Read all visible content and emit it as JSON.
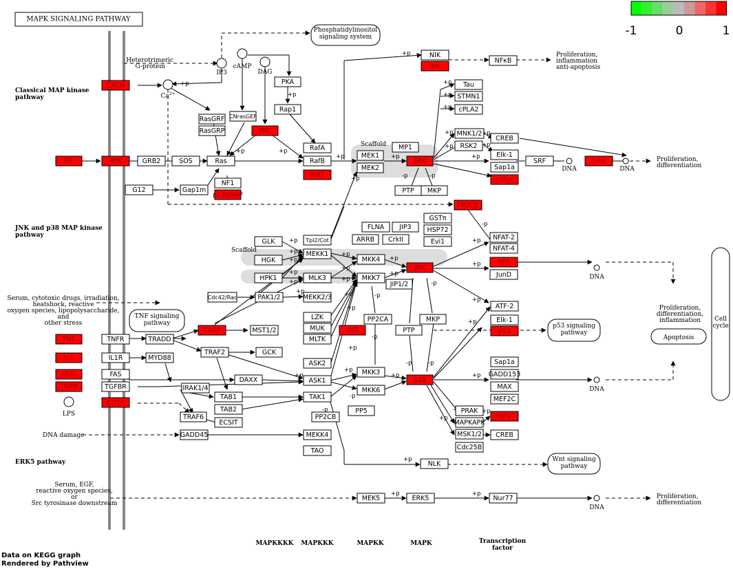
{
  "title": "MAPK SIGNALING PATHWAY",
  "legend": {
    "min_label": "-1",
    "mid_label": "0",
    "max_label": "1",
    "colors": [
      "#00ff00",
      "#33ee33",
      "#66dd66",
      "#99cc99",
      "#bbbbbb",
      "#cc9999",
      "#ee6666",
      "#ff3333",
      "#ff0000"
    ]
  },
  "colors": {
    "up": "#ff0000",
    "neutral": "#ffffff"
  },
  "sections": {
    "classical": "Classical MAP kinase pathway",
    "jnk": "JNK and p38 MAP kinase pathway",
    "erk5": "ERK5 pathway"
  },
  "tiers": [
    "MAPKKKK",
    "MAPKKK",
    "MAPKK",
    "MAPK",
    "Transcription factor"
  ],
  "footer": [
    "Data on KEGG graph",
    "Rendered by Pathview"
  ],
  "labels": {
    "pi": "Phosphatidylinositol signaling system",
    "hetero": "Heterotrimeric G-protein",
    "ip3": "IP3",
    "camp": "cAMP",
    "dag": "DAG",
    "ca": "Ca2+",
    "scaffold1": "Scaffold",
    "scaffold2": "Scaffold",
    "stress": "Serum, cytotoxic drugs, irradiation, heatshock, reactive oxygen species, lipopolysaccharide, and other stress",
    "tnf_path": "TNF signaling pathway",
    "p53_path": "p53 signaling pathway",
    "wnt_path": "Wnt signaling pathway",
    "apoptosis": "Apoptosis",
    "cellcycle": "Cell cycle",
    "dna_damage": "DNA damage",
    "lps": "LPS",
    "serum_egf": "Serum, EGF, reactive oxygen species, or Src tyrosinase downstream",
    "prolif1": "Proliferation, inflammation anti-apoptosis",
    "prolif2": "Proliferation, differentiation",
    "prolif3": "Proliferation, differentiation, inflammation",
    "prolif4": "Proliferation, differentiation",
    "dna": "DNA"
  },
  "genes": [
    {
      "id": "CACN",
      "label": "CACN",
      "up": true
    },
    {
      "id": "GF",
      "label": "GF",
      "up": true
    },
    {
      "id": "RTK",
      "label": "RTK",
      "up": true
    },
    {
      "id": "GRB2",
      "label": "GRB2",
      "up": false
    },
    {
      "id": "SOS",
      "label": "SOS",
      "up": false
    },
    {
      "id": "Ras",
      "label": "Ras",
      "up": false
    },
    {
      "id": "G12",
      "label": "G12",
      "up": false
    },
    {
      "id": "Gap1m",
      "label": "Gap1m",
      "up": false
    },
    {
      "id": "NF1",
      "label": "NF1",
      "up": false
    },
    {
      "id": "p120GAP",
      "label": "p120GAP",
      "up": true
    },
    {
      "id": "RasGRF",
      "label": "RasGRF",
      "up": false
    },
    {
      "id": "RasGRP",
      "label": "RasGRP",
      "up": false
    },
    {
      "id": "CNrasGEF",
      "label": "CNrasGEF",
      "up": false
    },
    {
      "id": "PKC",
      "label": "PKC",
      "up": true
    },
    {
      "id": "PKA",
      "label": "PKA",
      "up": false
    },
    {
      "id": "Rap1",
      "label": "Rap1",
      "up": false
    },
    {
      "id": "RafA",
      "label": "RafA",
      "up": false
    },
    {
      "id": "RafB",
      "label": "RafB",
      "up": false
    },
    {
      "id": "Raf1",
      "label": "Raf1",
      "up": true
    },
    {
      "id": "MEK1",
      "label": "MEK1",
      "up": false
    },
    {
      "id": "MEK2",
      "label": "MEK2",
      "up": false
    },
    {
      "id": "MP1",
      "label": "MP1",
      "up": false
    },
    {
      "id": "ERK",
      "label": "ERK",
      "up": true
    },
    {
      "id": "PTP1",
      "label": "PTP",
      "up": false
    },
    {
      "id": "MKP1",
      "label": "MKP",
      "up": false
    },
    {
      "id": "NIK",
      "label": "NIK",
      "up": false
    },
    {
      "id": "IKK",
      "label": "IKK",
      "up": true
    },
    {
      "id": "NFkB",
      "label": "NFκB",
      "up": false
    },
    {
      "id": "Tau",
      "label": "Tau",
      "up": false
    },
    {
      "id": "STMN1",
      "label": "STMN1",
      "up": false
    },
    {
      "id": "cPLA2",
      "label": "cPLA2",
      "up": false
    },
    {
      "id": "MNK12",
      "label": "MNK1/2",
      "up": false
    },
    {
      "id": "RSK2",
      "label": "RSK2",
      "up": false
    },
    {
      "id": "CREB1",
      "label": "CREB",
      "up": false
    },
    {
      "id": "Elk1a",
      "label": "Elk-1",
      "up": false
    },
    {
      "id": "Sap1a1",
      "label": "Sap1a",
      "up": false
    },
    {
      "id": "cMyc",
      "label": "c-Myc",
      "up": true
    },
    {
      "id": "SRF",
      "label": "SRF",
      "up": false
    },
    {
      "id": "cfos",
      "label": "c-fos",
      "up": true
    },
    {
      "id": "PP2CB1",
      "label": "PP2CB",
      "up": true
    },
    {
      "id": "FLNA",
      "label": "FLNA",
      "up": false
    },
    {
      "id": "JIP3",
      "label": "JIP3",
      "up": false
    },
    {
      "id": "GSTpi",
      "label": "GSTπ",
      "up": false
    },
    {
      "id": "HSP72",
      "label": "HSP72",
      "up": false
    },
    {
      "id": "ARRB",
      "label": "ARRB",
      "up": false
    },
    {
      "id": "CrkII",
      "label": "CrkII",
      "up": false
    },
    {
      "id": "Evi1",
      "label": "Evi1",
      "up": false
    },
    {
      "id": "NFAT2",
      "label": "NFAT-2",
      "up": false
    },
    {
      "id": "NFAT4",
      "label": "NFAT-4",
      "up": false
    },
    {
      "id": "AP1",
      "label": "AP1",
      "up": true
    },
    {
      "id": "JunD",
      "label": "JunD",
      "up": false
    },
    {
      "id": "GLK",
      "label": "GLK",
      "up": false
    },
    {
      "id": "HGK",
      "label": "HGK",
      "up": false
    },
    {
      "id": "Tpl2",
      "label": "Tpl2/Cot",
      "up": false
    },
    {
      "id": "MEKK1",
      "label": "MEKK1",
      "up": false
    },
    {
      "id": "MKK4",
      "label": "MKK4",
      "up": false
    },
    {
      "id": "JNK",
      "label": "JNK",
      "up": true
    },
    {
      "id": "HPK1",
      "label": "HPK1",
      "up": false
    },
    {
      "id": "MLK3",
      "label": "MLK3",
      "up": false
    },
    {
      "id": "MKK7",
      "label": "MKK7",
      "up": false
    },
    {
      "id": "JIP12",
      "label": "JIP1/2",
      "up": false
    },
    {
      "id": "Cdc42Rac",
      "label": "Cdc42/Rac",
      "up": false
    },
    {
      "id": "PAK12",
      "label": "PAK1/2",
      "up": false
    },
    {
      "id": "MEKK23",
      "label": "MEKK2/3",
      "up": false
    },
    {
      "id": "LZK",
      "label": "LZK",
      "up": false
    },
    {
      "id": "MUK",
      "label": "MUK",
      "up": false
    },
    {
      "id": "MLTK",
      "label": "MLTK",
      "up": false
    },
    {
      "id": "AKT",
      "label": "AKT",
      "up": true
    },
    {
      "id": "PP2CA",
      "label": "PP2CA",
      "up": false
    },
    {
      "id": "PTP2",
      "label": "PTP",
      "up": false
    },
    {
      "id": "MKP2",
      "label": "MKP",
      "up": false
    },
    {
      "id": "ATF2",
      "label": "ATF-2",
      "up": false
    },
    {
      "id": "Elk1b",
      "label": "Elk-1",
      "up": false
    },
    {
      "id": "p53",
      "label": "p53",
      "up": true
    },
    {
      "id": "TNF",
      "label": "TNF",
      "up": true
    },
    {
      "id": "TNFR",
      "label": "TNFR",
      "up": false
    },
    {
      "id": "TRADD",
      "label": "TRADD",
      "up": false
    },
    {
      "id": "CASP",
      "label": "CASP",
      "up": true
    },
    {
      "id": "MST12",
      "label": "MST1/2",
      "up": false
    },
    {
      "id": "IL1",
      "label": "IL1",
      "up": true
    },
    {
      "id": "IL1R",
      "label": "IL1R",
      "up": false
    },
    {
      "id": "MYD88",
      "label": "MYD88",
      "up": false
    },
    {
      "id": "TRAF2",
      "label": "TRAF2",
      "up": false
    },
    {
      "id": "GCK",
      "label": "GCK",
      "up": false
    },
    {
      "id": "FASL",
      "label": "FASL",
      "up": true
    },
    {
      "id": "FAS",
      "label": "FAS",
      "up": false
    },
    {
      "id": "TGFB",
      "label": "TGFB",
      "up": true
    },
    {
      "id": "TGFBR",
      "label": "TGFBR",
      "up": false
    },
    {
      "id": "CD14",
      "label": "CD14",
      "up": true
    },
    {
      "id": "IRAK14",
      "label": "IRAK1/4",
      "up": false
    },
    {
      "id": "DAXX",
      "label": "DAXX",
      "up": false
    },
    {
      "id": "ASK2",
      "label": "ASK2",
      "up": false
    },
    {
      "id": "ASK1",
      "label": "ASK1",
      "up": false
    },
    {
      "id": "MKK3",
      "label": "MKK3",
      "up": false
    },
    {
      "id": "MKK6",
      "label": "MKK6",
      "up": false
    },
    {
      "id": "p38",
      "label": "p38",
      "up": true
    },
    {
      "id": "Sap1a2",
      "label": "Sap1a",
      "up": false
    },
    {
      "id": "GADD153",
      "label": "GADD153",
      "up": false
    },
    {
      "id": "MAX",
      "label": "MAX",
      "up": false
    },
    {
      "id": "MEF2C",
      "label": "MEF2C",
      "up": false
    },
    {
      "id": "TAB1",
      "label": "TAB1",
      "up": false
    },
    {
      "id": "TAB2",
      "label": "TAB2",
      "up": false
    },
    {
      "id": "TRAF6",
      "label": "TRAF6",
      "up": false
    },
    {
      "id": "ECSIT",
      "label": "ECSIT",
      "up": false
    },
    {
      "id": "TAK1",
      "label": "TAK1",
      "up": false
    },
    {
      "id": "PP2CB2",
      "label": "PP2CB",
      "up": false
    },
    {
      "id": "PP5",
      "label": "PP5",
      "up": false
    },
    {
      "id": "PRAK",
      "label": "PRAK",
      "up": false
    },
    {
      "id": "MAPKAPK",
      "label": "MAPKAPK",
      "up": false
    },
    {
      "id": "HSP27",
      "label": "HSP27",
      "up": true
    },
    {
      "id": "MSK12",
      "label": "MSK1/2",
      "up": false
    },
    {
      "id": "CREB2",
      "label": "CREB",
      "up": false
    },
    {
      "id": "Cdc25B",
      "label": "Cdc25B",
      "up": false
    },
    {
      "id": "GADD45",
      "label": "GADD45",
      "up": false
    },
    {
      "id": "MEKK4",
      "label": "MEKK4",
      "up": false
    },
    {
      "id": "TAO",
      "label": "TAO",
      "up": false
    },
    {
      "id": "NLK",
      "label": "NLK",
      "up": false
    },
    {
      "id": "MEK5",
      "label": "MEK5",
      "up": false
    },
    {
      "id": "ERK5",
      "label": "ERK5",
      "up": false
    },
    {
      "id": "Nur77",
      "label": "Nur77",
      "up": false
    }
  ]
}
